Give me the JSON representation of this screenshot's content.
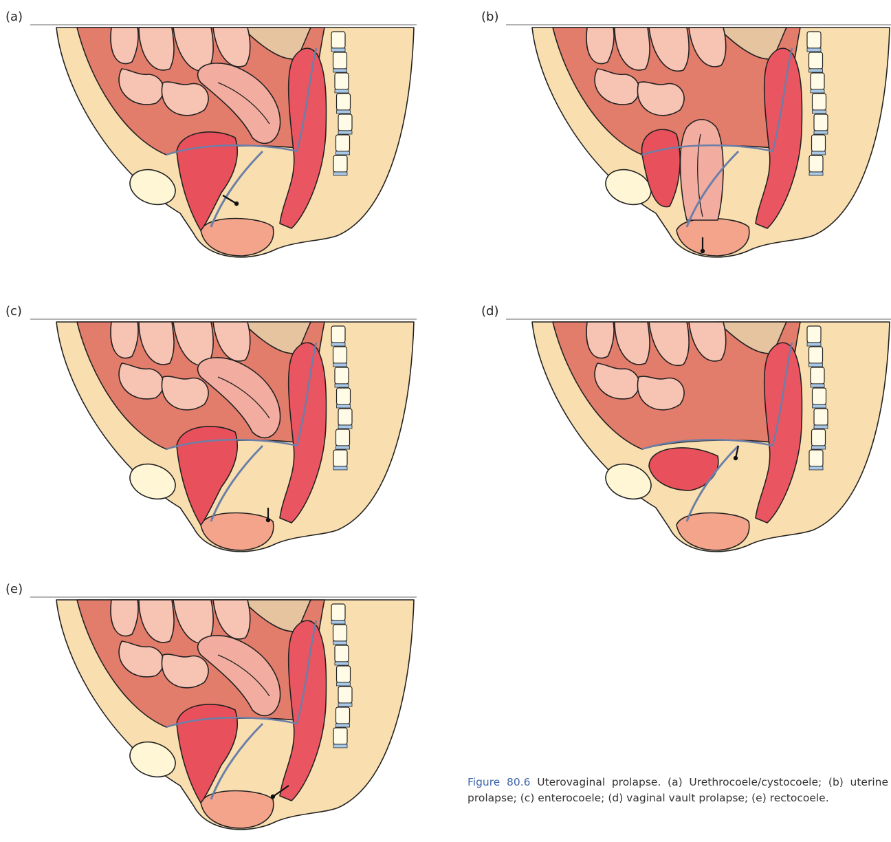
{
  "panels": [
    {
      "label": "(a)",
      "arrow": "urethrocoele"
    },
    {
      "label": "(b)",
      "arrow": "uterine"
    },
    {
      "label": "(c)",
      "arrow": "enterocoele"
    },
    {
      "label": "(d)",
      "arrow": "vault"
    },
    {
      "label": "(e)",
      "arrow": "rectocoele"
    }
  ],
  "caption": {
    "figure_number": "Figure 80.6",
    "text": " Uterovaginal prolapse. (a) Urethrocoele/cystocoele; (b) uterine prolapse; (c) enterocoele; (d) vaginal vault prolapse; (e) rectocoele."
  },
  "colors": {
    "skin": "#f9dfb0",
    "peritoneum": "#e27c6b",
    "bowel": "#f7c3b3",
    "uterus": "#f2ada0",
    "bladder": "#e8505c",
    "rectum": "#ea5562",
    "pubis": "#fff6d6",
    "vertebra": "#fffbe6",
    "disc": "#a9c8e8",
    "outline": "#222222",
    "serosa": "#6b7fa8",
    "vulva": "#f4a48b",
    "caption_accent": "#3b63a8"
  }
}
